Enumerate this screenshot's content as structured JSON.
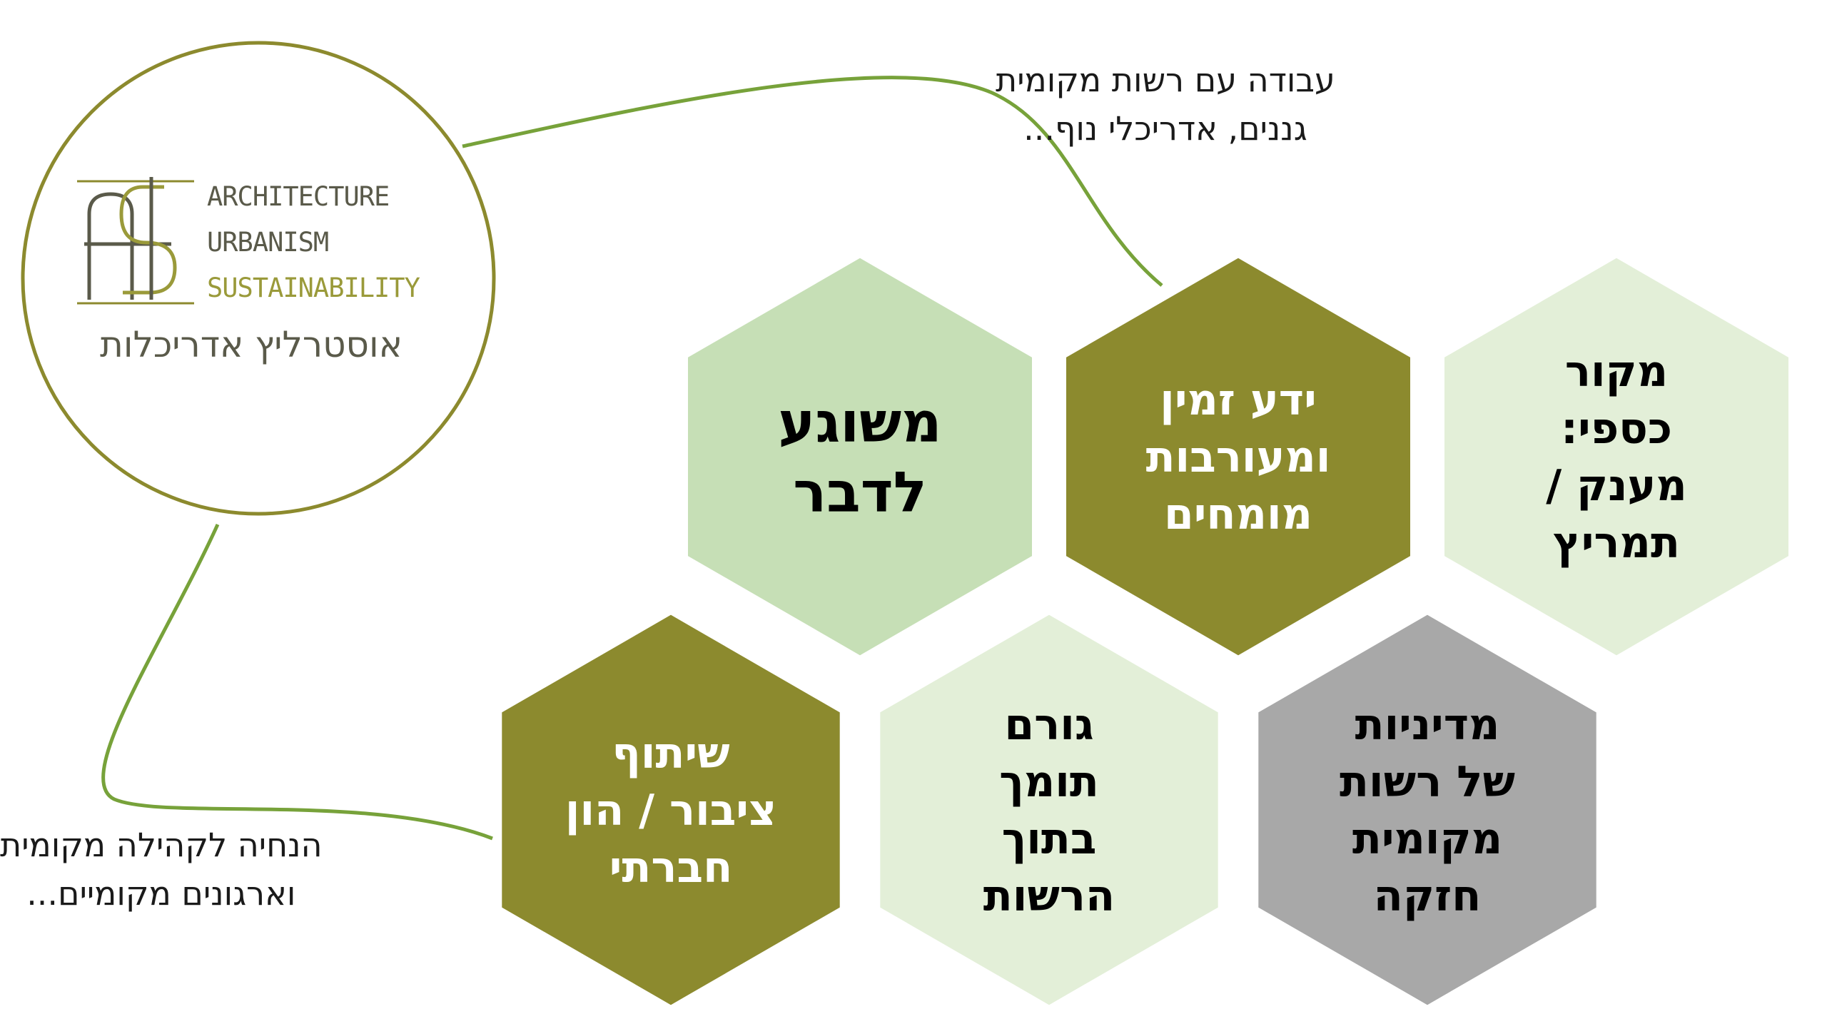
{
  "colors": {
    "olive": "#8c8a2e",
    "light_green": "#c6dfb6",
    "pale_green": "#e3efd8",
    "gray": "#a8a8a8",
    "connector": "#77a23a",
    "circle_stroke": "#8c8a2e",
    "logo_dark": "#5a5a4a",
    "logo_olive": "#9a9a3a"
  },
  "logo": {
    "line1": "ARCHITECTURE",
    "line2": "URBANISM",
    "line3": "SUSTAINABILITY",
    "hebrew": "אוסטרליץ אדריכלות"
  },
  "notes": {
    "top": [
      "עבודה עם רשות מקומית",
      "גננים, אדריכלי נוף..."
    ],
    "bottom": [
      "הנחיה לקהילה מקומית",
      "וארגונים מקומיים..."
    ]
  },
  "hexagons": [
    {
      "id": "passion",
      "lines": [
        "משוגע",
        "לדבר"
      ],
      "fill": "light_green",
      "text_color": "#000000"
    },
    {
      "id": "knowledge",
      "lines": [
        "ידע זמין",
        "ומעורבות",
        "מומחים"
      ],
      "fill": "olive",
      "text_color": "#ffffff"
    },
    {
      "id": "funding",
      "lines": [
        "מקור",
        "כספי:",
        "מענק /",
        "תמריץ"
      ],
      "fill": "pale_green",
      "text_color": "#000000"
    },
    {
      "id": "participation",
      "lines": [
        "שיתוף",
        "ציבור / הון",
        "חברתי"
      ],
      "fill": "olive",
      "text_color": "#ffffff"
    },
    {
      "id": "supporter",
      "lines": [
        "גורם",
        "תומך",
        "בתוך",
        "הרשות"
      ],
      "fill": "pale_green",
      "text_color": "#000000"
    },
    {
      "id": "policy",
      "lines": [
        "מדיניות",
        "של רשות",
        "מקומית",
        "חזקה"
      ],
      "fill": "gray",
      "text_color": "#000000"
    }
  ]
}
